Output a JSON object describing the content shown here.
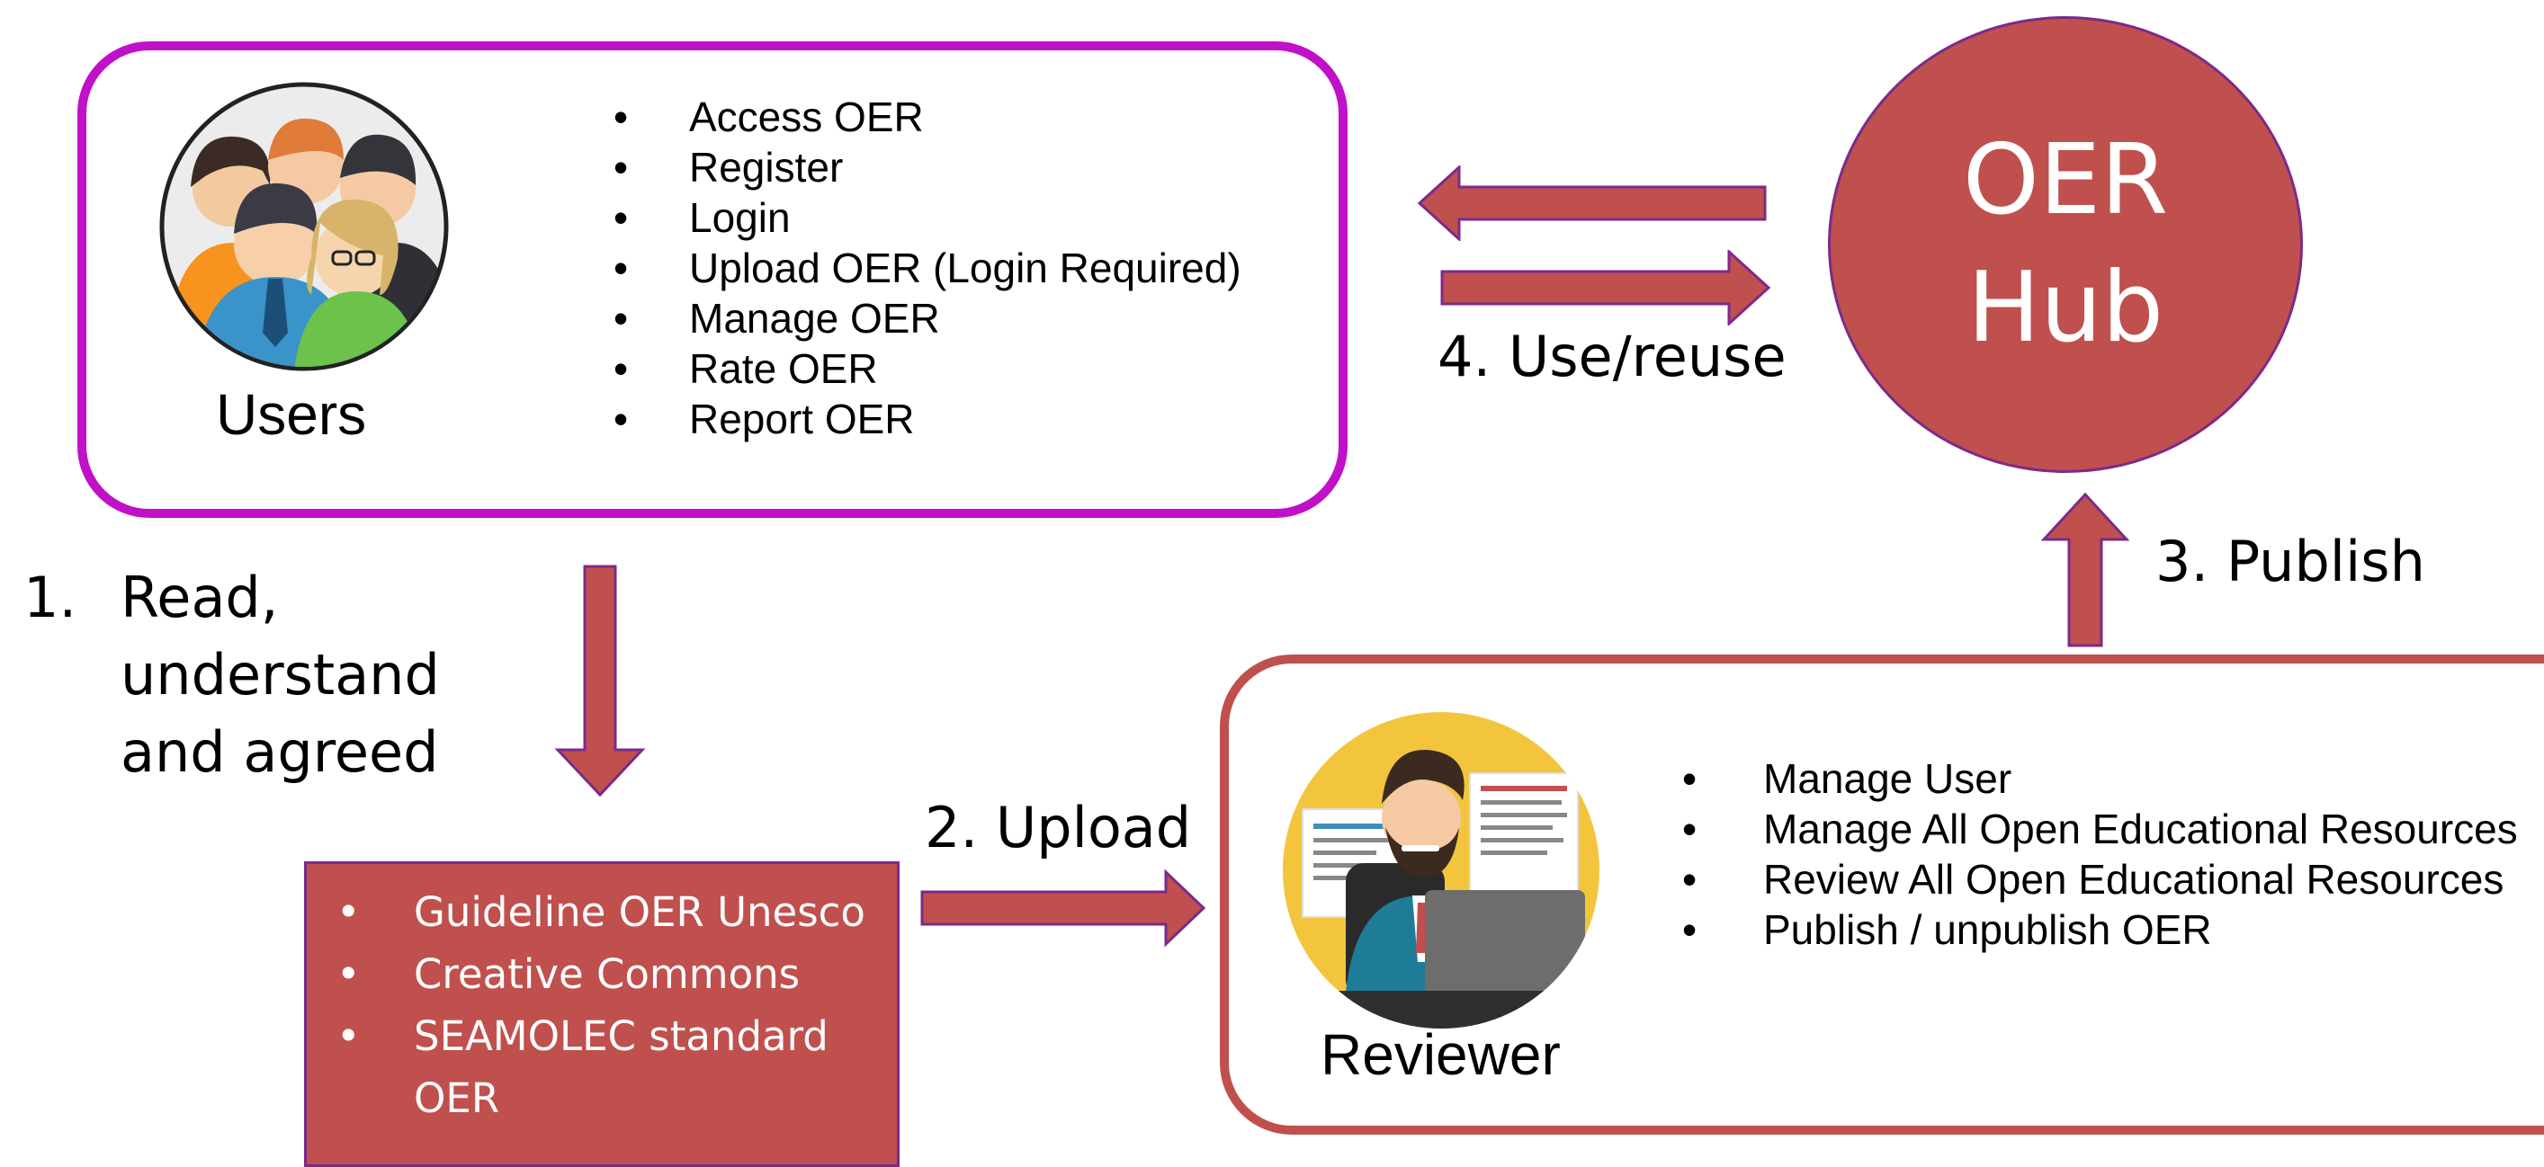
{
  "users": {
    "label": "Users",
    "items": [
      "Access OER",
      "Register",
      "Login",
      "Upload OER (Login Required)",
      "Manage OER",
      "Rate OER",
      "Report OER"
    ],
    "border_color": "#c010c8"
  },
  "hub": {
    "line1": "OER",
    "line2": "Hub",
    "color": "#c0504d"
  },
  "steps": {
    "step1_number": "1.",
    "step1_lines": [
      "Read,",
      "understand",
      "and agreed"
    ],
    "step2": "2. Upload",
    "step3": "3. Publish",
    "step4": "4. Use/reuse"
  },
  "guidelines": {
    "items": [
      "Guideline OER Unesco",
      "Creative Commons",
      "SEAMOLEC standard OER"
    ]
  },
  "reviewer": {
    "label": "Reviewer",
    "items": [
      "Manage User",
      "Manage All Open Educational Resources",
      "Review All Open Educational Resources",
      "Publish / unpublish OER"
    ]
  },
  "bullet": "•",
  "accent_color": "#c0504d"
}
